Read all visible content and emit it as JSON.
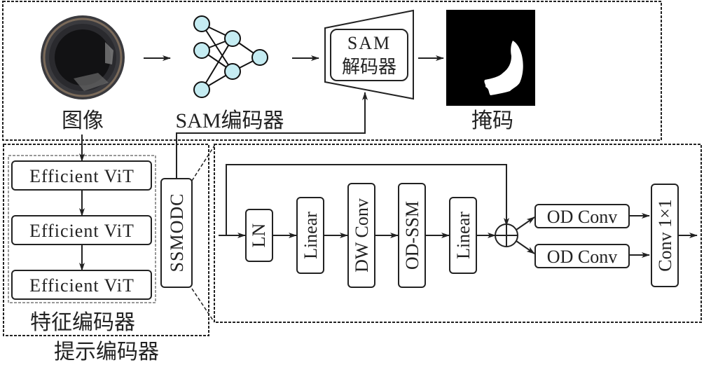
{
  "top_row": {
    "image_label": "图像",
    "encoder_label": "SAM编码器",
    "decoder_line1": "SAM",
    "decoder_line2": "解码器",
    "mask_label": "掩码"
  },
  "feature_encoder": {
    "blocks": [
      "Efficient ViT",
      "Efficient ViT",
      "Efficient ViT"
    ],
    "label": "特征编码器"
  },
  "prompt_encoder_label": "提示编码器",
  "ssmodc_label": "SSMODC",
  "ssmodc_detail": {
    "blocks": [
      "LN",
      "Linear",
      "DW Conv",
      "OD-SSM",
      "Linear"
    ],
    "od_conv": [
      "OD Conv",
      "OD Conv"
    ],
    "final": "Conv 1×1"
  },
  "colors": {
    "node_fill": "#c5ecf2",
    "stroke": "#222222",
    "feature_box_border": "#999999"
  }
}
